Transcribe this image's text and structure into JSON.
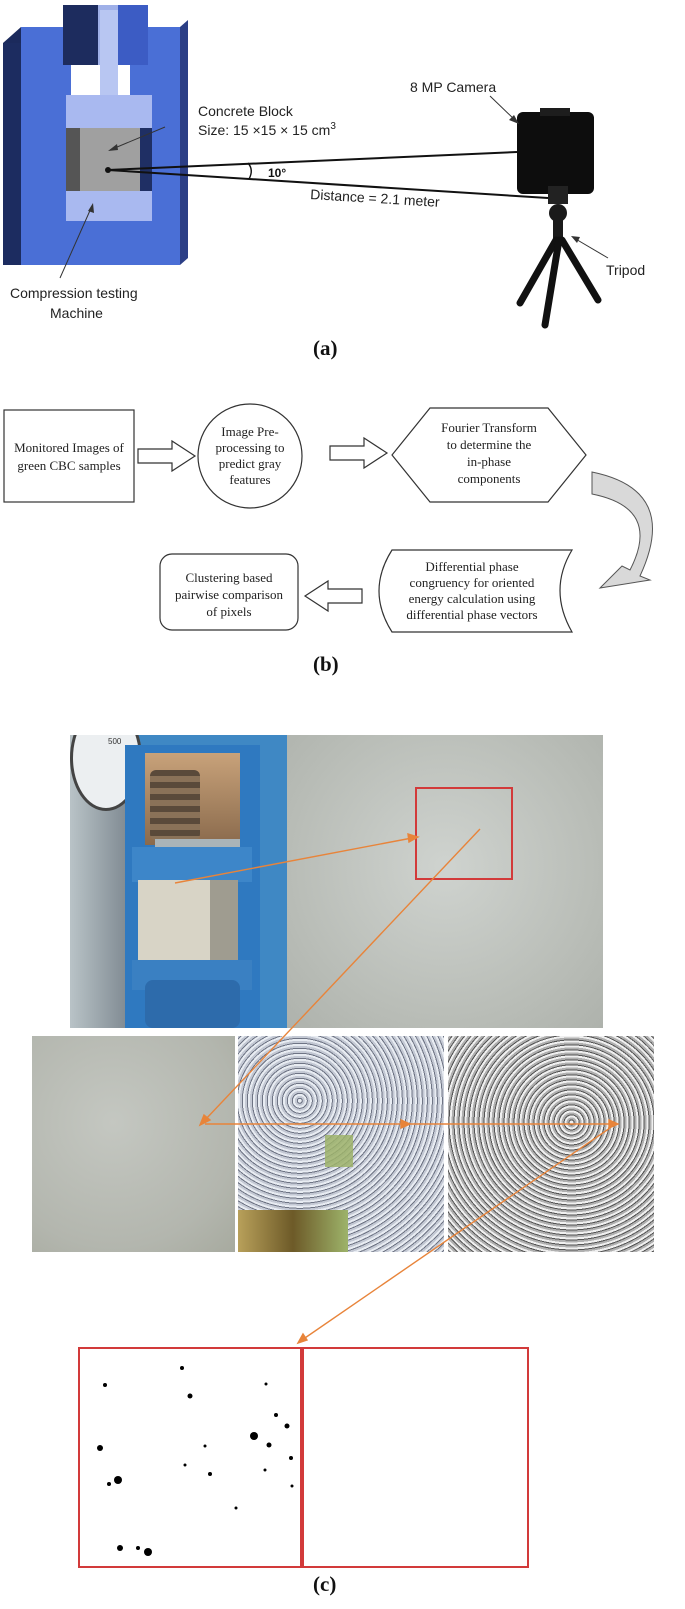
{
  "panel_a": {
    "label": "(a)",
    "concrete_block_label": "Concrete Block",
    "concrete_block_size": "Size: 15 ×15 × 15 cm",
    "size_superscript": "3",
    "camera_label": "8 MP Camera",
    "angle_label": "10°",
    "distance_label": "Distance = 2.1 meter",
    "tripod_label": "Tripod",
    "machine_label_line1": "Compression testing",
    "machine_label_line2": "Machine"
  },
  "panel_b": {
    "label": "(b)",
    "step1": [
      "Monitored Images of",
      "green CBC samples"
    ],
    "step2": [
      "Image Pre-",
      "processing to",
      "predict gray",
      "features"
    ],
    "step3": [
      "Fourier Transform",
      "to determine the",
      "in-phase",
      "components"
    ],
    "step4": [
      "Differential phase",
      "congruency for oriented",
      "energy calculation using",
      "differential phase vectors"
    ],
    "step5": [
      "Clustering based",
      "pairwise comparison",
      "of pixels"
    ]
  },
  "panel_c": {
    "label": "(c)",
    "gauge_text": "500"
  },
  "colors": {
    "machine_blue": "#4a6fd6",
    "arrow_orange": "#e8843a",
    "roi_red": "#d23a3a"
  }
}
